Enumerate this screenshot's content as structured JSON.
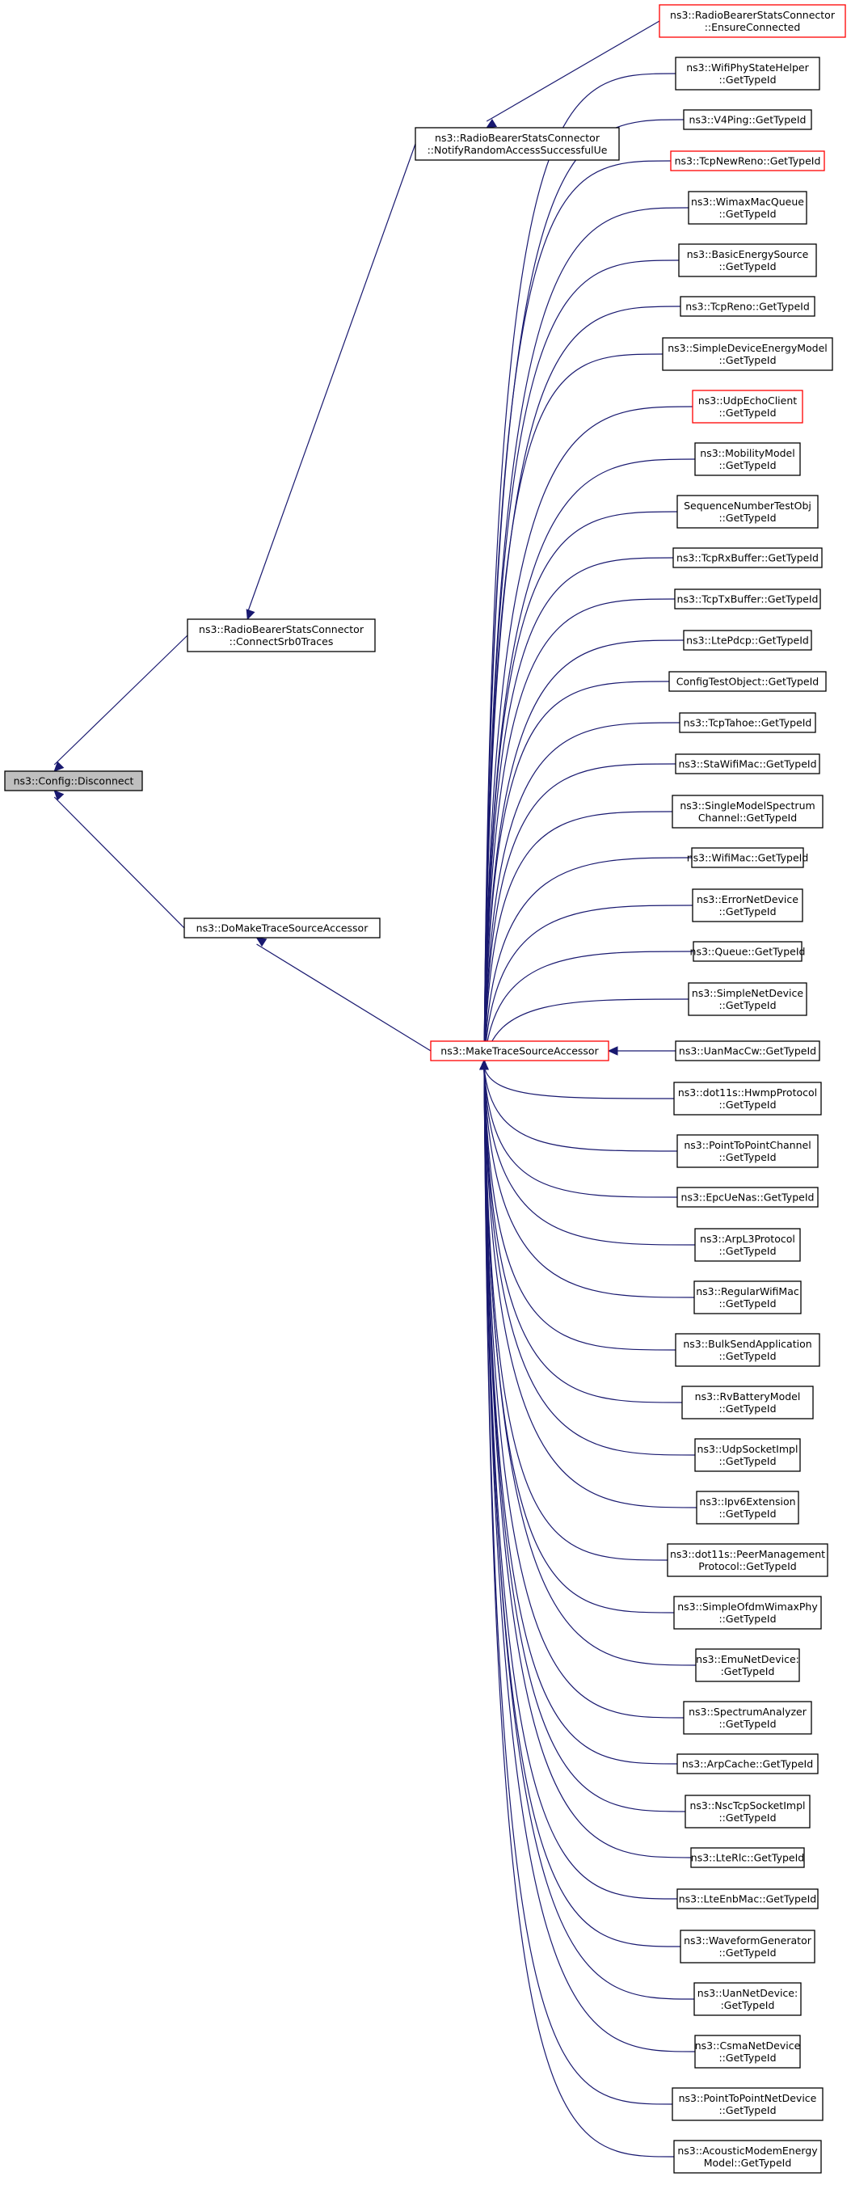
{
  "colors": {
    "edge": "#191970",
    "border_normal": "#000000",
    "border_highlight": "#ff0000",
    "fill_root": "#bfbfbf",
    "fill_normal": "#ffffff"
  },
  "nodes": [
    {
      "id": "disconnect",
      "lines": [
        "ns3::Config::Disconnect"
      ],
      "style": "root"
    },
    {
      "id": "connect_srb0",
      "lines": [
        "ns3::RadioBearerStatsConnector",
        "::ConnectSrb0Traces"
      ],
      "style": "normal"
    },
    {
      "id": "notify_ra",
      "lines": [
        "ns3::RadioBearerStatsConnector",
        "::NotifyRandomAccessSuccessfulUe"
      ],
      "style": "normal"
    },
    {
      "id": "ensure_connected",
      "lines": [
        "ns3::RadioBearerStatsConnector",
        "::EnsureConnected"
      ],
      "style": "red"
    },
    {
      "id": "do_make",
      "lines": [
        "ns3::DoMakeTraceSourceAccessor"
      ],
      "style": "normal"
    },
    {
      "id": "make",
      "lines": [
        "ns3::MakeTraceSourceAccessor"
      ],
      "style": "red"
    },
    {
      "id": "c01",
      "lines": [
        "ns3::WifiPhyStateHelper",
        "::GetTypeId"
      ],
      "style": "normal"
    },
    {
      "id": "c02",
      "lines": [
        "ns3::V4Ping::GetTypeId"
      ],
      "style": "normal"
    },
    {
      "id": "c03",
      "lines": [
        "ns3::TcpNewReno::GetTypeId"
      ],
      "style": "red"
    },
    {
      "id": "c04",
      "lines": [
        "ns3::WimaxMacQueue",
        "::GetTypeId"
      ],
      "style": "normal"
    },
    {
      "id": "c05",
      "lines": [
        "ns3::BasicEnergySource",
        "::GetTypeId"
      ],
      "style": "normal"
    },
    {
      "id": "c06",
      "lines": [
        "ns3::TcpReno::GetTypeId"
      ],
      "style": "normal"
    },
    {
      "id": "c07",
      "lines": [
        "ns3::SimpleDeviceEnergyModel",
        "::GetTypeId"
      ],
      "style": "normal"
    },
    {
      "id": "c08",
      "lines": [
        "ns3::UdpEchoClient",
        "::GetTypeId"
      ],
      "style": "red"
    },
    {
      "id": "c09",
      "lines": [
        "ns3::MobilityModel",
        "::GetTypeId"
      ],
      "style": "normal"
    },
    {
      "id": "c10",
      "lines": [
        "SequenceNumberTestObj",
        "::GetTypeId"
      ],
      "style": "normal"
    },
    {
      "id": "c11",
      "lines": [
        "ns3::TcpRxBuffer::GetTypeId"
      ],
      "style": "normal"
    },
    {
      "id": "c12",
      "lines": [
        "ns3::TcpTxBuffer::GetTypeId"
      ],
      "style": "normal"
    },
    {
      "id": "c13",
      "lines": [
        "ns3::LtePdcp::GetTypeId"
      ],
      "style": "normal"
    },
    {
      "id": "c14",
      "lines": [
        "ConfigTestObject::GetTypeId"
      ],
      "style": "normal"
    },
    {
      "id": "c15",
      "lines": [
        "ns3::TcpTahoe::GetTypeId"
      ],
      "style": "normal"
    },
    {
      "id": "c16",
      "lines": [
        "ns3::StaWifiMac::GetTypeId"
      ],
      "style": "normal"
    },
    {
      "id": "c17",
      "lines": [
        "ns3::SingleModelSpectrum",
        "Channel::GetTypeId"
      ],
      "style": "normal"
    },
    {
      "id": "c18",
      "lines": [
        "ns3::WifiMac::GetTypeId"
      ],
      "style": "normal"
    },
    {
      "id": "c19",
      "lines": [
        "ns3::ErrorNetDevice",
        "::GetTypeId"
      ],
      "style": "normal"
    },
    {
      "id": "c20",
      "lines": [
        "ns3::Queue::GetTypeId"
      ],
      "style": "normal"
    },
    {
      "id": "c21",
      "lines": [
        "ns3::SimpleNetDevice",
        "::GetTypeId"
      ],
      "style": "normal"
    },
    {
      "id": "c22",
      "lines": [
        "ns3::UanMacCw::GetTypeId"
      ],
      "style": "normal"
    },
    {
      "id": "c23",
      "lines": [
        "ns3::dot11s::HwmpProtocol",
        "::GetTypeId"
      ],
      "style": "normal"
    },
    {
      "id": "c24",
      "lines": [
        "ns3::PointToPointChannel",
        "::GetTypeId"
      ],
      "style": "normal"
    },
    {
      "id": "c25",
      "lines": [
        "ns3::EpcUeNas::GetTypeId"
      ],
      "style": "normal"
    },
    {
      "id": "c26",
      "lines": [
        "ns3::ArpL3Protocol",
        "::GetTypeId"
      ],
      "style": "normal"
    },
    {
      "id": "c27",
      "lines": [
        "ns3::RegularWifiMac",
        "::GetTypeId"
      ],
      "style": "normal"
    },
    {
      "id": "c28",
      "lines": [
        "ns3::BulkSendApplication",
        "::GetTypeId"
      ],
      "style": "normal"
    },
    {
      "id": "c29",
      "lines": [
        "ns3::RvBatteryModel",
        "::GetTypeId"
      ],
      "style": "normal"
    },
    {
      "id": "c30",
      "lines": [
        "ns3::UdpSocketImpl",
        "::GetTypeId"
      ],
      "style": "normal"
    },
    {
      "id": "c31",
      "lines": [
        "ns3::Ipv6Extension",
        "::GetTypeId"
      ],
      "style": "normal"
    },
    {
      "id": "c32",
      "lines": [
        "ns3::dot11s::PeerManagement",
        "Protocol::GetTypeId"
      ],
      "style": "normal"
    },
    {
      "id": "c33",
      "lines": [
        "ns3::SimpleOfdmWimaxPhy",
        "::GetTypeId"
      ],
      "style": "normal"
    },
    {
      "id": "c34",
      "lines": [
        "ns3::EmuNetDevice:",
        ":GetTypeId"
      ],
      "style": "normal"
    },
    {
      "id": "c35",
      "lines": [
        "ns3::SpectrumAnalyzer",
        "::GetTypeId"
      ],
      "style": "normal"
    },
    {
      "id": "c36",
      "lines": [
        "ns3::ArpCache::GetTypeId"
      ],
      "style": "normal"
    },
    {
      "id": "c37",
      "lines": [
        "ns3::NscTcpSocketImpl",
        "::GetTypeId"
      ],
      "style": "normal"
    },
    {
      "id": "c38",
      "lines": [
        "ns3::LteRlc::GetTypeId"
      ],
      "style": "normal"
    },
    {
      "id": "c39",
      "lines": [
        "ns3::LteEnbMac::GetTypeId"
      ],
      "style": "normal"
    },
    {
      "id": "c40",
      "lines": [
        "ns3::WaveformGenerator",
        "::GetTypeId"
      ],
      "style": "normal"
    },
    {
      "id": "c41",
      "lines": [
        "ns3::UanNetDevice:",
        ":GetTypeId"
      ],
      "style": "normal"
    },
    {
      "id": "c42",
      "lines": [
        "ns3::CsmaNetDevice",
        "::GetTypeId"
      ],
      "style": "normal"
    },
    {
      "id": "c43",
      "lines": [
        "ns3::PointToPointNetDevice",
        "::GetTypeId"
      ],
      "style": "normal"
    },
    {
      "id": "c44",
      "lines": [
        "ns3::AcousticModemEnergy",
        "Model::GetTypeId"
      ],
      "style": "normal"
    }
  ],
  "edges": [
    {
      "from": "connect_srb0",
      "to": "disconnect"
    },
    {
      "from": "do_make",
      "to": "disconnect"
    },
    {
      "from": "notify_ra",
      "to": "connect_srb0"
    },
    {
      "from": "ensure_connected",
      "to": "notify_ra"
    },
    {
      "from": "make",
      "to": "do_make"
    },
    {
      "from": "c01",
      "to": "make"
    },
    {
      "from": "c02",
      "to": "make"
    },
    {
      "from": "c03",
      "to": "make"
    },
    {
      "from": "c04",
      "to": "make"
    },
    {
      "from": "c05",
      "to": "make"
    },
    {
      "from": "c06",
      "to": "make"
    },
    {
      "from": "c07",
      "to": "make"
    },
    {
      "from": "c08",
      "to": "make"
    },
    {
      "from": "c09",
      "to": "make"
    },
    {
      "from": "c10",
      "to": "make"
    },
    {
      "from": "c11",
      "to": "make"
    },
    {
      "from": "c12",
      "to": "make"
    },
    {
      "from": "c13",
      "to": "make"
    },
    {
      "from": "c14",
      "to": "make"
    },
    {
      "from": "c15",
      "to": "make"
    },
    {
      "from": "c16",
      "to": "make"
    },
    {
      "from": "c17",
      "to": "make"
    },
    {
      "from": "c18",
      "to": "make"
    },
    {
      "from": "c19",
      "to": "make"
    },
    {
      "from": "c20",
      "to": "make"
    },
    {
      "from": "c21",
      "to": "make"
    },
    {
      "from": "c22",
      "to": "make"
    },
    {
      "from": "c23",
      "to": "make"
    },
    {
      "from": "c24",
      "to": "make"
    },
    {
      "from": "c25",
      "to": "make"
    },
    {
      "from": "c26",
      "to": "make"
    },
    {
      "from": "c27",
      "to": "make"
    },
    {
      "from": "c28",
      "to": "make"
    },
    {
      "from": "c29",
      "to": "make"
    },
    {
      "from": "c30",
      "to": "make"
    },
    {
      "from": "c31",
      "to": "make"
    },
    {
      "from": "c32",
      "to": "make"
    },
    {
      "from": "c33",
      "to": "make"
    },
    {
      "from": "c34",
      "to": "make"
    },
    {
      "from": "c35",
      "to": "make"
    },
    {
      "from": "c36",
      "to": "make"
    },
    {
      "from": "c37",
      "to": "make"
    },
    {
      "from": "c38",
      "to": "make"
    },
    {
      "from": "c39",
      "to": "make"
    },
    {
      "from": "c40",
      "to": "make"
    },
    {
      "from": "c41",
      "to": "make"
    },
    {
      "from": "c42",
      "to": "make"
    },
    {
      "from": "c43",
      "to": "make"
    },
    {
      "from": "c44",
      "to": "make"
    }
  ]
}
